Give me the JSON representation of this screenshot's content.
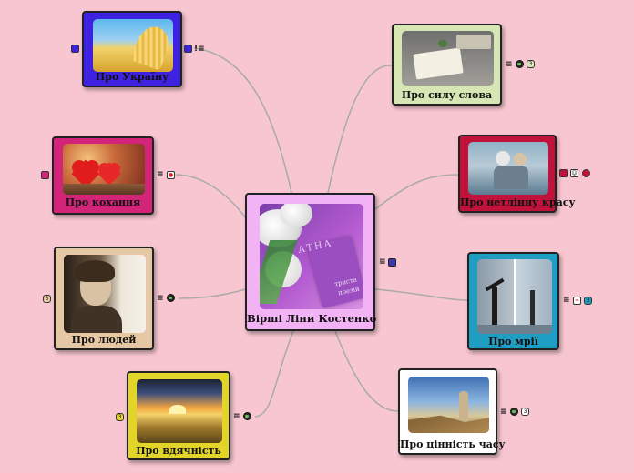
{
  "map": {
    "center": {
      "title": "Вірші Ліни Костенко"
    },
    "topics": [
      {
        "id": "ukraine",
        "label": "Про Україну"
      },
      {
        "id": "word",
        "label": "Про силу слова"
      },
      {
        "id": "love",
        "label": "Про кохання"
      },
      {
        "id": "beauty",
        "label": "Про нетлінну красу"
      },
      {
        "id": "people",
        "label": "Про людей"
      },
      {
        "id": "dream",
        "label": "Про мрії"
      },
      {
        "id": "gratitude",
        "label": "Про вдячність"
      },
      {
        "id": "time",
        "label": "Про цінність часу"
      }
    ],
    "badges": {
      "three": "3"
    },
    "book_text": {
      "line1": "АТНА",
      "line2": "триста",
      "line3": "поезій"
    }
  }
}
